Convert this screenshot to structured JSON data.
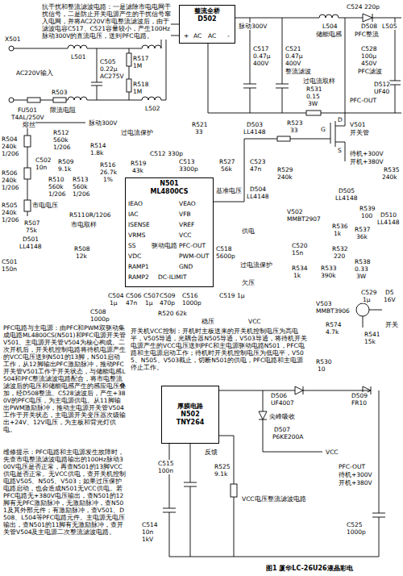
{
  "diagram": {
    "caption": "图1  厦华LC-26U26液晶彩电",
    "nodes": [
      {
        "text": [
          "整流全桥",
          "D502"
        ]
      },
      {
        "text": [
          "N501",
          "ML4800CS"
        ]
      },
      {
        "text": [
          "厚膜电路",
          "N502",
          "TNY264"
        ]
      }
    ],
    "labels": [
      "抗干扰和整流滤波电路：一是滤除市电电网干扰信号，二是防止开关电源产生的干扰信号窜入电网，并将AC220V市电整流滤波后，由于滤波电容C517、C521容量较小，产生100Hz脉动300V的直流电压，送到PFC电路。",
      "X501",
      "AC220V输入",
      "FU501",
      "T4AL/250V",
      "熔丝",
      "R503",
      "限流电阻",
      "L501",
      "C505",
      "0.22μ",
      "AC275V",
      "R517",
      "1M",
      "R518",
      "1M",
      "L502",
      "+",
      "AC",
      "AC",
      "-",
      "脉动300V",
      "C524 220p",
      "L504",
      "储能电感",
      "D508",
      "PFC整流",
      "L505",
      "C517",
      "0.47μ",
      "400V",
      "C521",
      "0.47μ",
      "400V",
      "整流滤波",
      "过电流取样",
      "R531",
      "0.15",
      "3W",
      "C528",
      "100μ",
      "450V",
      "PFC滤波",
      "D512",
      "UF40",
      "PFC-OUT",
      "脉动300V",
      "过电流保护",
      "R521",
      "33",
      "D503",
      "LL4148",
      "R523",
      "33",
      "V501",
      "开关管",
      "G",
      "D",
      "S",
      "R504",
      "240k",
      "1/206",
      "R512",
      "560k",
      "1/206",
      "C502",
      "10n",
      "R509",
      "9.1k",
      "R506",
      "240k",
      "1/206",
      "R510",
      "560k",
      "1/206",
      "R513",
      "560k",
      "1/206",
      "R505",
      "240k",
      "1/206",
      "R514",
      "1.8k",
      "R516",
      "26.7k",
      "1%",
      "C512 330p",
      "R519",
      "43k",
      "C513",
      "3300p",
      "IEAO",
      "IAC",
      "ISENSE",
      "VRMS",
      "SS",
      "VDC",
      "RAMP1",
      "RAMP2",
      "VEAO",
      "VFB",
      "VREF",
      "VCC",
      "PFC-OUT",
      "PWM-OUT",
      "GND",
      "DC-ILIMIT",
      "驱动电路",
      "基准电压",
      "R507",
      "75k",
      "R511",
      "0R/1206",
      "市电取样",
      "市电电压",
      "D501",
      "LL4148",
      "R508",
      "12k",
      "C501",
      "150n",
      "待机+300V",
      "开机+380V",
      "R535",
      "240k",
      "R527",
      "56k",
      "C523",
      "47n",
      "R529",
      "240k",
      "D504",
      "LL4148",
      "D505",
      "LL4148",
      "V502",
      "MMBT2907",
      "R539",
      "100",
      "R536",
      "1k",
      "R537",
      "36k",
      "D510",
      "LL4148",
      "供电",
      "C518",
      "5600p",
      "R532",
      "220",
      "C520",
      "15n",
      "过电流保护",
      "R534",
      "1k",
      "R533",
      "390k",
      "R538",
      "0.33",
      "3W",
      "欠压",
      "C504",
      "1μ",
      "C506",
      "47n",
      "C507",
      "1μ",
      "C509",
      "470p",
      "C516",
      "1000p",
      "C519 1μ",
      "C529",
      "1μ",
      "D5",
      "16V",
      "C508",
      "1000p",
      "R520 62k",
      "稳压",
      "VCC",
      "PFC电路与主电源：由PFC和PWM双驱动集成电路ML4800CS(N501)和PFC电源开关管V501、主电源开关管V504为核心构成。二次开机后，开关机控制电路将待机电源产生的VCC电压送到N501的13脚，N501启动工作，从12脚输出PFC激励脉冲，推动PFC开关管V501工作于开关状态，与储能电感L504和PFC整流滤波电路配合，将市电整流滤波后的电压和储能电感产生的感应电压叠加，经D508整流、C528滤波后，产生+380V的PFC电压，为主电源供电。从11脚输出PWM激励脉冲，推动主电源开关管V504工作于开关状态，主电源开关变压器次级输出+24V、12V电压，为主板和背光灯供电。",
      "维修提示：PFC电路和主电源发生故障时，先查市电整流滤波电路输出的100Hz脉动300V电压是否正常，再查N501的13脚VCC供电是否正常。无VCC供电，查开关机控制电路V505、N505、V503；如果过压保护电路启动，也会造成N501无VCC供电。若PFC电路无+380V电压输出，查N501的12脚有无PFC激励脉冲，无激励脉冲，查N501及其外部元件；有激励脉冲，查V501、D508、L504等PFC电路元件。主电源无电压输出，查N501的11脚有无激励脉冲，查开关管V504及主电源二次整流滤波电路。",
      "开关机VCC控制：开机时主板送来的开关机控制电压为高电平，V505导通，光耦合器N505导通，V503导通，将待机开关电源产生的VCC电压送到PFC和主电源驱动电路N501，PFC电路和主电源启动工作；待机时开关机控制电压为低电平，V505、N505、V503截止，切断N501的供电，PFC电路和主电源停止工作。",
      "V503",
      "MMBT3906",
      "R574",
      "4.7k",
      "R541",
      "15k",
      "开关",
      "R530",
      "10",
      "C515",
      "100n",
      "反馈",
      "R525",
      "9.1k",
      "C514",
      "10n",
      "1kV",
      "D506",
      "UF4007",
      "尖峰吸收",
      "D507",
      "P6KE200A",
      "D509",
      "FR10",
      "VCC",
      "PFC-OUT",
      "待机+300V",
      "开机+380V",
      "VCC电压整流滤波电路",
      "C525",
      "1000p"
    ]
  }
}
